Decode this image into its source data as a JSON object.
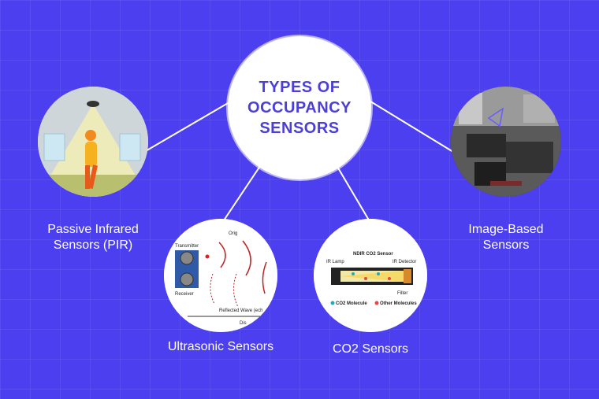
{
  "center": {
    "title": "TYPES OF OCCUPANCY SENSORS"
  },
  "nodes": {
    "pir": {
      "label_line1": "Passive Infrared",
      "label_line2": "Sensors (PIR)"
    },
    "ultrasonic": {
      "label": "Ultrasonic Sensors",
      "img_transmitter": "Transmitter",
      "img_receiver": "Receiver",
      "img_reflected": "Reflected Wave (ech",
      "img_original": "Orig",
      "img_distance": "Dis"
    },
    "co2": {
      "label": "CO2 Sensors",
      "img_title": "NDIR CO2 Sensor",
      "img_lamp": "IR Lamp",
      "img_detector": "IR Detector",
      "img_filter": "Filter",
      "img_co2_molecule": "CO2 Molecule",
      "img_other_molecules": "Other Molecules"
    },
    "image_based": {
      "label_line1": "Image-Based",
      "label_line2": "Sensors"
    }
  },
  "colors": {
    "background": "#4b3ff0",
    "title": "#4b3fd8",
    "label": "#ffffff"
  }
}
